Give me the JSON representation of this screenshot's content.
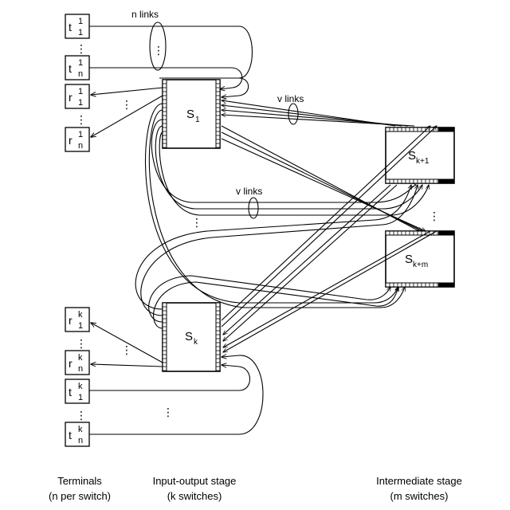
{
  "terminals_top": [
    {
      "letter": "t",
      "sup": "1",
      "sub": "1"
    },
    {
      "letter": "t",
      "sup": "1",
      "sub": "n"
    },
    {
      "letter": "r",
      "sup": "1",
      "sub": "1"
    },
    {
      "letter": "r",
      "sup": "1",
      "sub": "n"
    }
  ],
  "terminals_bottom": [
    {
      "letter": "r",
      "sup": "k",
      "sub": "1"
    },
    {
      "letter": "r",
      "sup": "k",
      "sub": "n"
    },
    {
      "letter": "t",
      "sup": "k",
      "sub": "1"
    },
    {
      "letter": "t",
      "sup": "k",
      "sub": "n"
    }
  ],
  "switches": {
    "s1": {
      "base": "S",
      "sub": "1"
    },
    "sk": {
      "base": "S",
      "sub": "k"
    },
    "sk1": {
      "base": "S",
      "sub": "k+1"
    },
    "skm": {
      "base": "S",
      "sub": "k+m"
    }
  },
  "link_labels": {
    "n_links": "n links",
    "v_links_top": "v links",
    "v_links_mid": "v links"
  },
  "captions": {
    "terminals": [
      "Terminals",
      "(n per switch)"
    ],
    "io_stage": [
      "Input-output stage",
      "(k switches)"
    ],
    "intermediate": [
      "Intermediate stage",
      "(m switches)"
    ]
  }
}
